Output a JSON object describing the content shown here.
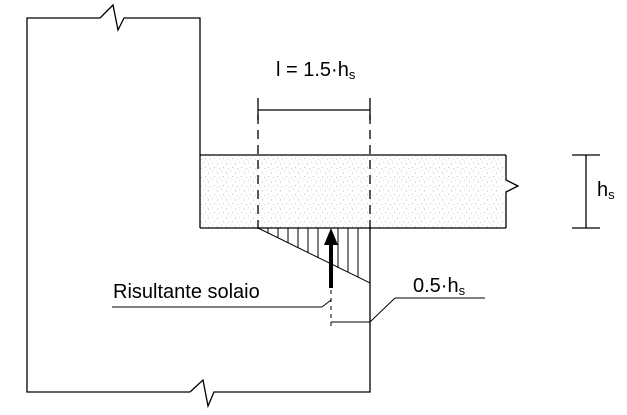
{
  "labels": {
    "length": {
      "main": "l = 1.5·h",
      "sub": "s"
    },
    "slab_thickness": {
      "main": "h",
      "sub": "s"
    },
    "offset": {
      "main": "0.5·h",
      "sub": "s"
    },
    "resultant": "Risultante solaio"
  },
  "colors": {
    "line": "#000000",
    "background": "#ffffff",
    "slab_texture": "#c9c9c9"
  }
}
